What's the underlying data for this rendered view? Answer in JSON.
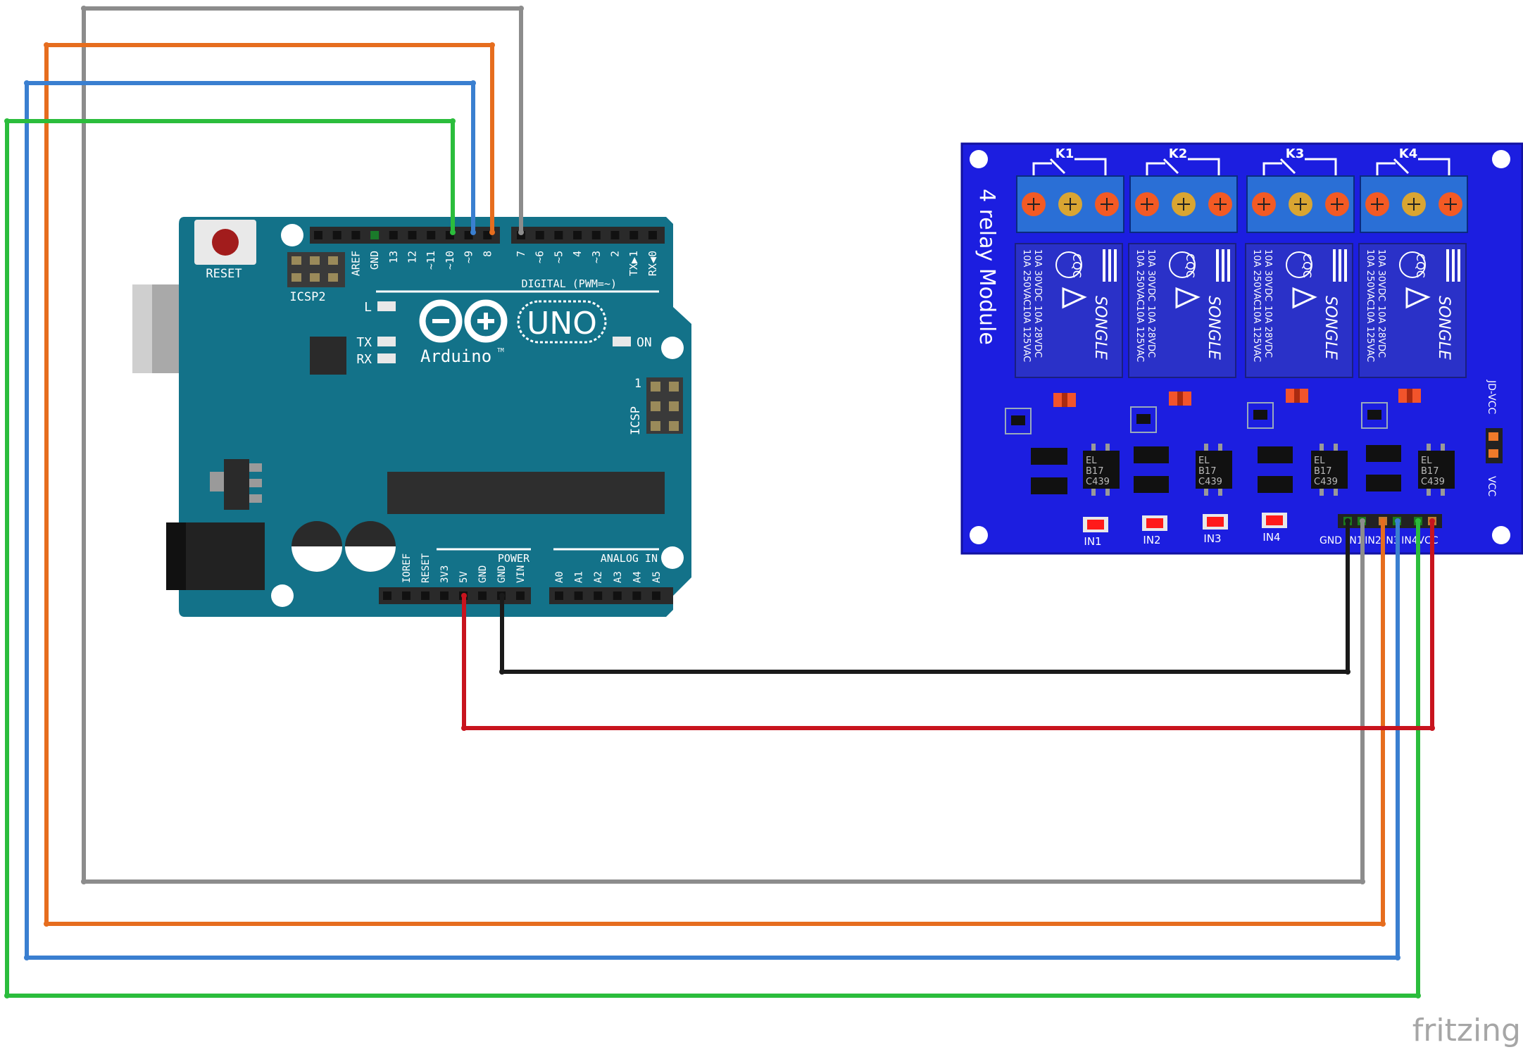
{
  "arduino": {
    "reset_label": "RESET",
    "icsp2_label": "ICSP2",
    "icsp_label": "ICSP",
    "icsp_pin1": "1",
    "led_l": "L",
    "led_tx": "TX",
    "led_rx": "RX",
    "on_label": "ON",
    "brand": "Arduino",
    "trademark": "TM",
    "model": "UNO",
    "digital_label": "DIGITAL (PWM=~)",
    "power_label": "POWER",
    "analog_label": "ANALOG IN",
    "digital_pins": [
      "AREF",
      "GND",
      "13",
      "12",
      "~11",
      "~10",
      "~9",
      "8",
      "7",
      "~6",
      "~5",
      "4",
      "~3",
      "2",
      "TX▶1",
      "RX◀0"
    ],
    "power_pins": [
      "IOREF",
      "RESET",
      "3V3",
      "5V",
      "GND",
      "GND",
      "VIN"
    ],
    "analog_pins": [
      "A0",
      "A1",
      "A2",
      "A3",
      "A4",
      "A5"
    ]
  },
  "relay_module": {
    "title": "4 relay Module",
    "relays": [
      {
        "name": "K1"
      },
      {
        "name": "K2"
      },
      {
        "name": "K3"
      },
      {
        "name": "K4"
      }
    ],
    "relay_brand": "SONGLE",
    "relay_cert": "CQC",
    "relay_ratings": [
      "10A 250VAC",
      "10A 125VAC",
      "10A 30VDC",
      "10A 28VDC"
    ],
    "optocoupler_text": [
      "EL",
      "B17",
      "C439"
    ],
    "indicator_labels": [
      "IN1",
      "IN2",
      "IN3",
      "IN4"
    ],
    "header_pins": [
      "GND",
      "IN1",
      "IN2",
      "IN3",
      "IN4",
      "VCC"
    ],
    "jdvcc_label": "JD-VCC",
    "vcc_label": "VCC"
  },
  "wires": [
    {
      "name": "gray",
      "color": "#8c8c8c",
      "from": "Arduino 7",
      "to": "IN1"
    },
    {
      "name": "orange",
      "color": "#e66d1e",
      "from": "Arduino 8",
      "to": "IN2"
    },
    {
      "name": "blue",
      "color": "#3a7fd0",
      "from": "Arduino ~9",
      "to": "IN3"
    },
    {
      "name": "green",
      "color": "#2bbd3c",
      "from": "Arduino ~10",
      "to": "IN4"
    },
    {
      "name": "black",
      "color": "#1a1a1a",
      "from": "Arduino GND",
      "to": "GND"
    },
    {
      "name": "red",
      "color": "#c8141e",
      "from": "Arduino 5V",
      "to": "VCC"
    }
  ],
  "watermark": "fritzing"
}
